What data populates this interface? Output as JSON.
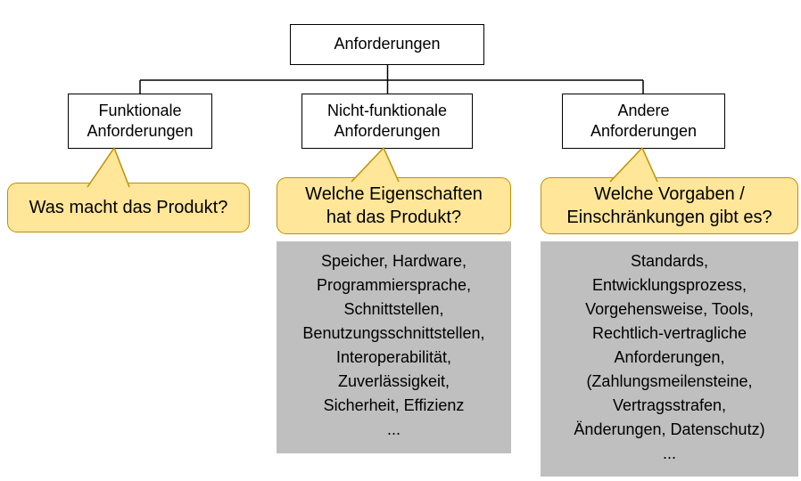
{
  "diagram": {
    "root": {
      "label": "Anforderungen"
    },
    "children": [
      {
        "lines": [
          "Funktionale",
          "Anforderungen"
        ]
      },
      {
        "lines": [
          "Nicht-funktionale",
          "Anforderungen"
        ]
      },
      {
        "lines": [
          "Andere",
          "Anforderungen"
        ]
      }
    ],
    "callouts": [
      {
        "lines": [
          "Was macht das Produkt?"
        ]
      },
      {
        "lines": [
          "Welche Eigenschaften",
          "hat das Produkt?"
        ]
      },
      {
        "lines": [
          "Welche Vorgaben /",
          "Einschränkungen gibt es?"
        ]
      }
    ],
    "details": [
      {
        "lines": [
          "Speicher, Hardware,",
          "Programmiersprache,",
          "Schnittstellen,",
          "Benutzungsschnittstellen,",
          "Interoperabilität,",
          "Zuverlässigkeit,",
          "Sicherheit, Effizienz",
          "..."
        ]
      },
      {
        "lines": [
          "Standards,",
          "Entwicklungsprozess,",
          "Vorgehensweise, Tools,",
          "Rechtlich-vertragliche",
          "Anforderungen,",
          "(Zahlungsmeilensteine,",
          "Vertragsstrafen,",
          "Änderungen, Datenschutz)",
          "..."
        ]
      }
    ],
    "colors": {
      "callout_fill": "#FFE699",
      "callout_border": "#BF9000",
      "detail_fill": "#BFBFBF",
      "box_border": "#000000",
      "connector": "#000000"
    }
  }
}
